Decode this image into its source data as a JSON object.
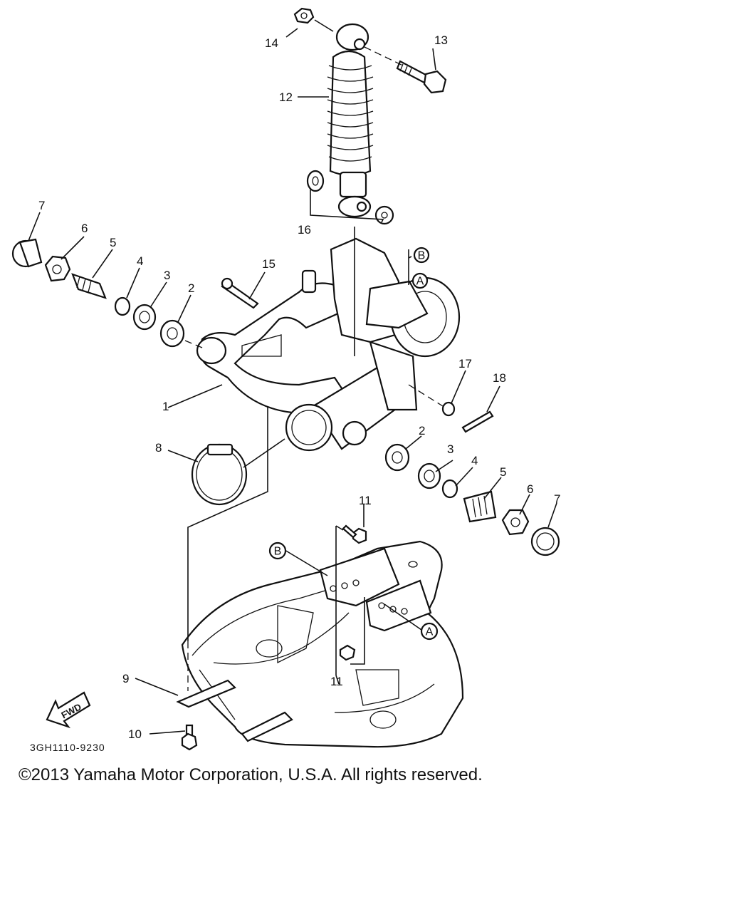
{
  "labels": {
    "p1": "1",
    "p2a": "2",
    "p2b": "2",
    "p3a": "3",
    "p3b": "3",
    "p4a": "4",
    "p4b": "4",
    "p5a": "5",
    "p5b": "5",
    "p6a": "6",
    "p6b": "6",
    "p7a": "7",
    "p7b": "7",
    "p8": "8",
    "p9": "9",
    "p10": "10",
    "p11a": "11",
    "p11b": "11",
    "p12": "12",
    "p13": "13",
    "p14": "14",
    "p15": "15",
    "p16": "16",
    "p17": "17",
    "p18": "18"
  },
  "ref_markers": {
    "a_top": "A",
    "b_top": "B",
    "a_bottom": "A",
    "b_bottom": "B"
  },
  "direction_badge": "FWD",
  "diagram_code": "3GH1110-9230",
  "copyright": "©2013 Yamaha Motor Corporation, U.S.A. All rights reserved."
}
